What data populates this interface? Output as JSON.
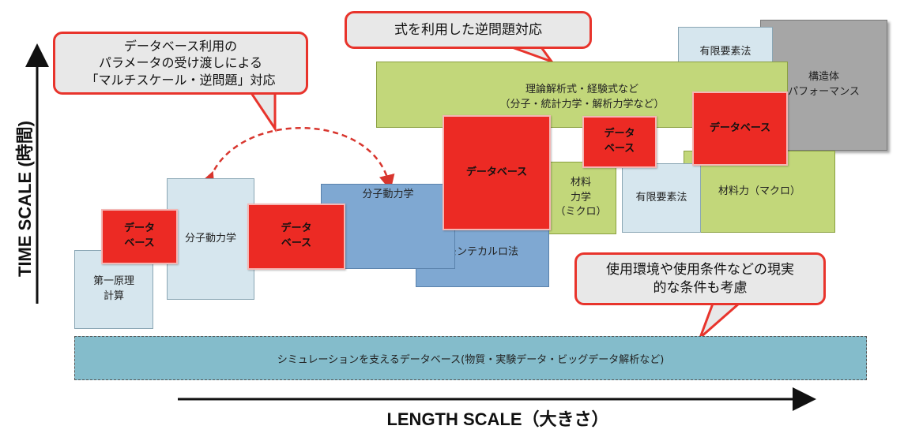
{
  "axes": {
    "y_label": "TIME SCALE (時間)",
    "x_label": "LENGTH SCALE（大きさ）"
  },
  "callouts": {
    "multiscale": "データベース利用の\nパラメータの受け渡しによる\n「マルチスケール・逆問題」対応",
    "formula": "式を利用した逆問題対応",
    "environment": "使用環境や使用条件などの現実\n的な条件も考慮"
  },
  "boxes": {
    "first_principles": "第一原理\n計算",
    "molecular_dynamics_small": "分子動力学",
    "molecular_dynamics_large": "分子動力学",
    "monte_carlo": "モンテカルロ法",
    "theory": "理論解析式・経験式など\n（分子・統計力学・解析力学など）",
    "material_micro": "材料\n力学\n（ミクロ）",
    "fem_lower": "有限要素法",
    "material_macro": "材料力（マクロ）",
    "fem_upper": "有限要素法",
    "structure": "構造体\nパフォーマンス"
  },
  "databases": {
    "db1": "データ\nベース",
    "db2": "データ\nベース",
    "db3": "データベース",
    "db4": "データ\nベース",
    "db5": "データベース"
  },
  "bottom_bar": "シミュレーションを支えるデータベース(物質・実験データ・ビッグデータ解析など)"
}
